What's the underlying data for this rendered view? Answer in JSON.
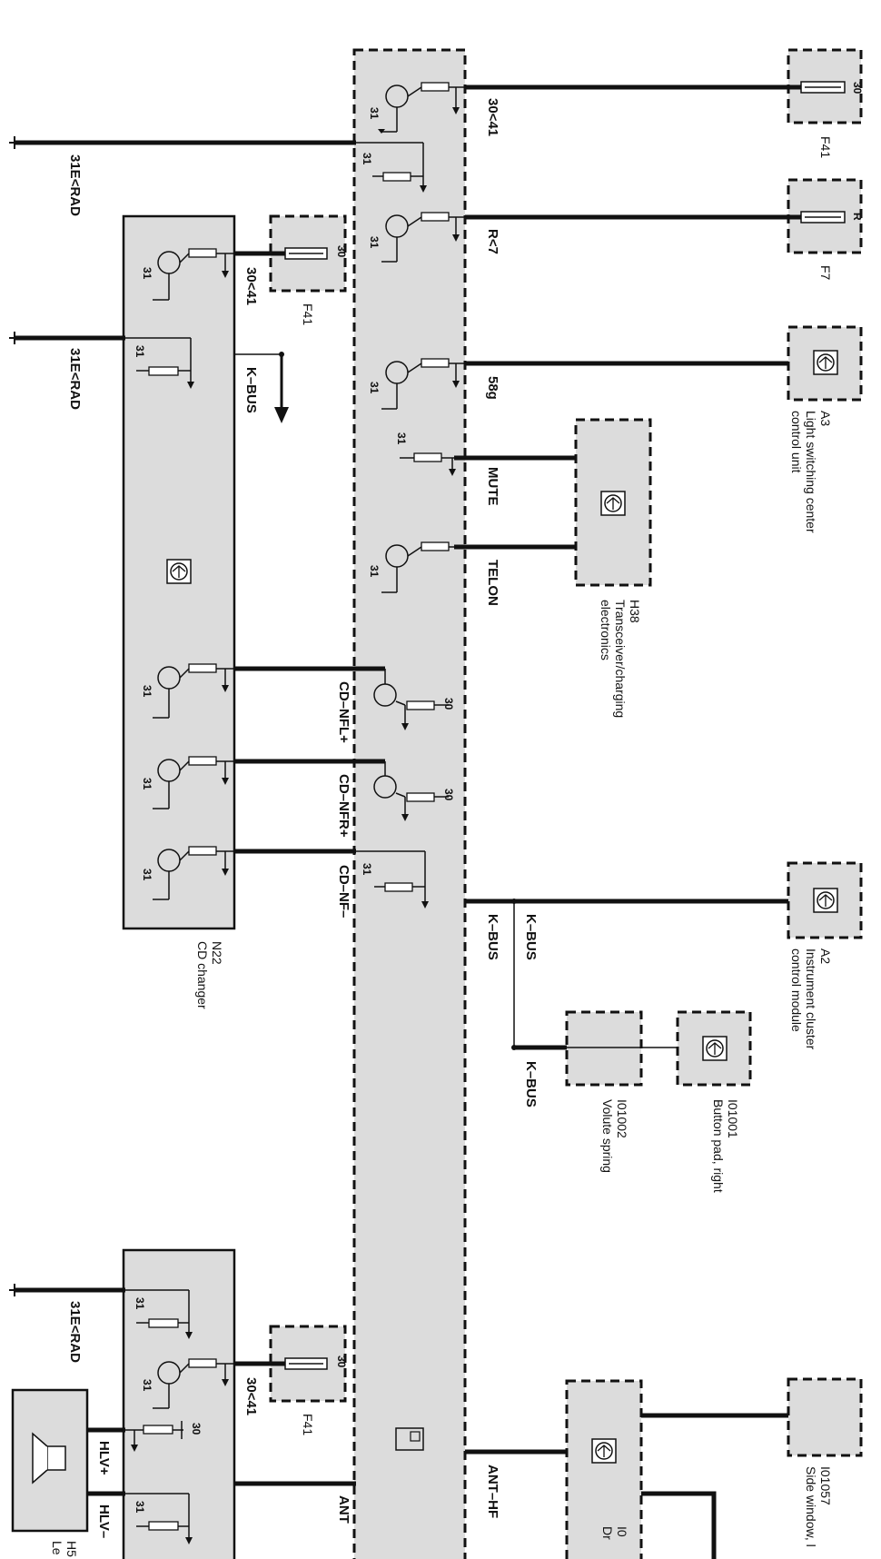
{
  "colors": {
    "module_fill": "#dcdcdc",
    "line": "#111111",
    "background": "#ffffff"
  },
  "labels": {
    "w30_41_top": "30<41",
    "w31e_rad_1": "31E<RAD",
    "w31e_rad_2": "31E<RAD",
    "w31e_rad_3": "31E<RAD",
    "wR7": "R<7",
    "w30_41_cd": "30<41",
    "w30_41_bottom": "30<41",
    "kbus_cd": "K–BUS",
    "w58g": "58g",
    "mute": "MUTE",
    "telon": "TELON",
    "cd_nfl": "CD–NFL+",
    "cd_nfr": "CD–NFR+",
    "cd_nf": "CD–NF–",
    "kbus_a": "K–BUS",
    "kbus_b": "K–BUS",
    "kbus_c": "K–BUS",
    "ant": "ANT",
    "ant_hf": "ANT–HF",
    "hlv_plus": "HLV+",
    "hlv_minus": "HLV–"
  },
  "pins": {
    "p31": "31",
    "p30": "30",
    "pR": "R"
  },
  "components": {
    "f41_top_id": "F41",
    "f7_id": "F7",
    "a3_id": "A3",
    "a3_name": "Light switching center",
    "a3_name2": "control unit",
    "h38_id": "H38",
    "h38_name": "Transceiver/charging",
    "h38_name2": "electronics",
    "a2_id": "A2",
    "a2_name": "Instrument cluster",
    "a2_name2": "control module",
    "i01001_id": "I01001",
    "i01001_name": "Button pad, right",
    "i01002_id": "I01002",
    "i01002_name": "Volute spring",
    "i01057_id": "I01057",
    "i01057_name": "Side window, l",
    "f41_cd_id": "F41",
    "f41_bottom_id": "F41",
    "n22_id": "N22",
    "n22_name": "CD changer",
    "dr_id": "I0",
    "dr_name": "Dr",
    "hs_id": "H5",
    "hs_name": "Le"
  }
}
